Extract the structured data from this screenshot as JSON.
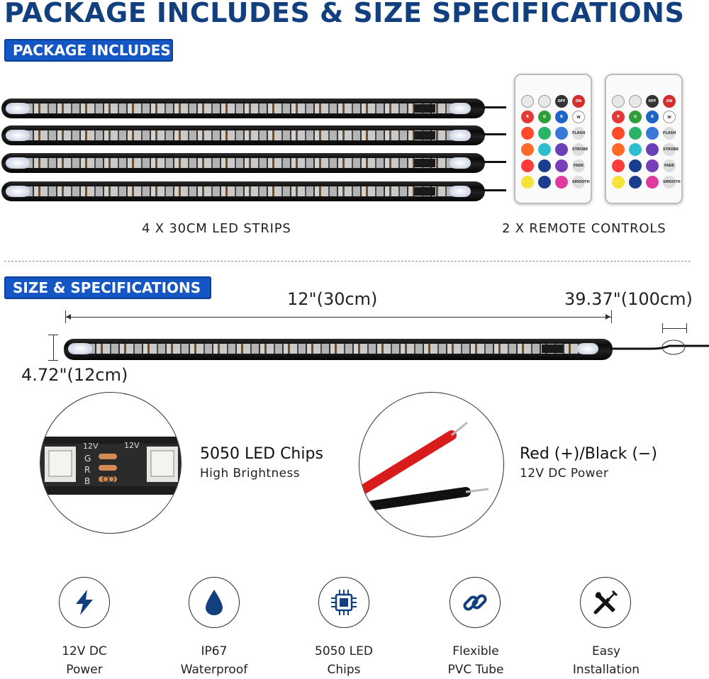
{
  "header": {
    "title": "PACKAGE INCLUDES & SIZE SPECIFICATIONS"
  },
  "package": {
    "tag": "PACKAGE INCLUDES",
    "strips_caption": "4 X 30CM LED STRIPS",
    "remotes_caption": "2 X REMOTE CONTROLS",
    "remote_buttons": {
      "off": "OFF",
      "on": "ON",
      "r": "R",
      "g": "G",
      "b": "B",
      "w": "W",
      "flash": "FLASH",
      "strobe": "STROBE",
      "fade": "FADE",
      "smooth": "SMOOTH"
    },
    "remote_colors": [
      "#e53935",
      "#2e9d3a",
      "#1e63c8",
      "#ff4b2b",
      "#29b46a",
      "#3a78d8",
      "#ff6a2a",
      "#2dbfd0",
      "#6b3fb8",
      "#f5e23a",
      "#1a3d8f",
      "#e03aa0"
    ]
  },
  "specs": {
    "tag": "SIZE & SPECIFICATIONS",
    "length_label": "12\"(30cm)",
    "cable_label": "39.37\"(100cm)",
    "height_label": "4.72\"(12cm)",
    "chip_title": "5050 LED Chips",
    "chip_sub": "High Brightness",
    "wire_title": "Red (+)/Black (−)",
    "wire_sub": "12V DC Power",
    "chip_markings": {
      "v": "12V",
      "g": "G",
      "r": "R",
      "b": "B"
    }
  },
  "features": [
    {
      "icon": "lightning-icon",
      "line1": "12V DC",
      "line2": "Power"
    },
    {
      "icon": "water-drop-icon",
      "line1": "IP67",
      "line2": "Waterproof"
    },
    {
      "icon": "chip-icon",
      "line1": "5050 LED",
      "line2": "Chips"
    },
    {
      "icon": "link-icon",
      "line1": "Flexible",
      "line2": "PVC Tube"
    },
    {
      "icon": "tools-icon",
      "line1": "Easy",
      "line2": "Installation"
    }
  ],
  "colors": {
    "brand_blue": "#12407f",
    "tag_blue": "#1457c4"
  }
}
